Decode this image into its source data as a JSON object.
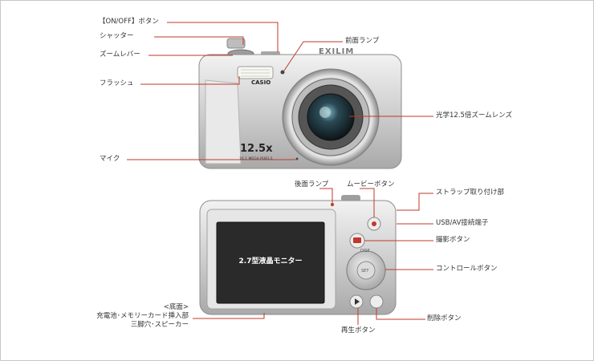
{
  "labels": {
    "onoff_button": "【ON/OFF】ボタン",
    "shutter": "シャッター",
    "zoom_lever": "ズームレバー",
    "flash": "フラッシュ",
    "mic": "マイク",
    "front_lamp": "前面ランプ",
    "lens": "光学12.5倍ズームレンズ",
    "back_lamp": "後面ランプ",
    "movie_button": "ムービーボタン",
    "strap_mount": "ストラップ取り付け部",
    "usb_av_port": "USB/AV接続端子",
    "shoot_button": "撮影ボタン",
    "control_button": "コントロールボタン",
    "delete_button": "削除ボタン",
    "playback_button": "再生ボタン",
    "bottom_line1": "<底面>",
    "bottom_line2": "充電池･メモリーカード挿入部",
    "bottom_line3": "三脚穴･スピーカー"
  },
  "camera_front": {
    "brand": "CASIO",
    "series": "EXILIM",
    "zoom_badge": "12.5x",
    "megapixels": "16.1 MEGA PIXELS"
  },
  "camera_back": {
    "screen_label": "2.7型液晶モニター",
    "disp": "DISP",
    "set": "SET"
  },
  "colors": {
    "leader_line": "#c0392b",
    "body_silver": "#c9c9c9",
    "screen": "#2a2a2a"
  }
}
